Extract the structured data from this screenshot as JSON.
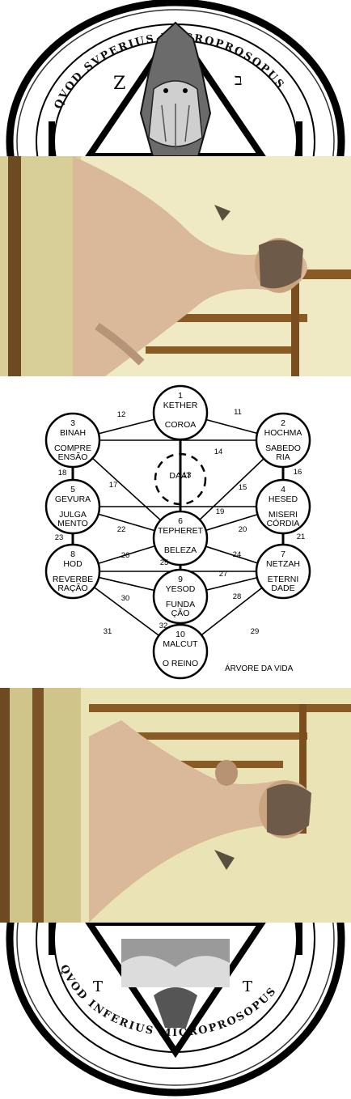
{
  "seal_top": {
    "legend": "QVOD SVPERIUS MACROPROSOPUS",
    "icon": "ouroboros-seal-icon"
  },
  "seal_bottom": {
    "legend": "QVOD INFERIUS MICROPROSOPUS",
    "icon": "ouroboros-seal-icon"
  },
  "photo_top": {
    "icon": "mirror-photo-icon"
  },
  "photo_bottom": {
    "icon": "mirror-photo-icon"
  },
  "tree": {
    "caption": "ÁRVORE DA VIDA",
    "sephirot": [
      {
        "id": "1",
        "lines": [
          "1",
          "KETHER",
          "COROA"
        ]
      },
      {
        "id": "2",
        "lines": [
          "2",
          "HOCHMA",
          "SABEDO",
          "RIA"
        ]
      },
      {
        "id": "3",
        "lines": [
          "3",
          "BINAH",
          "COMPRE",
          "ENSÃO"
        ]
      },
      {
        "id": "4",
        "lines": [
          "4",
          "HESED",
          "MISERI",
          "CÓRDIA"
        ]
      },
      {
        "id": "5",
        "lines": [
          "5",
          "GEVURA",
          "JULGA",
          "MENTO"
        ]
      },
      {
        "id": "6",
        "lines": [
          "6",
          "TEPHERET",
          "BELEZA"
        ]
      },
      {
        "id": "7",
        "lines": [
          "7",
          "NETZAH",
          "ETERNI",
          "DADE"
        ]
      },
      {
        "id": "8",
        "lines": [
          "8",
          "HOD",
          "REVERBE",
          "RAÇÃO"
        ]
      },
      {
        "id": "9",
        "lines": [
          "9",
          "YESOD",
          "FUNDA",
          "ÇÃO"
        ]
      },
      {
        "id": "10",
        "lines": [
          "10",
          "MALCUT",
          "O REINO"
        ]
      },
      {
        "id": "daat",
        "lines": [
          "DAAT"
        ]
      }
    ],
    "paths": [
      "11",
      "12",
      "13",
      "14",
      "15",
      "16",
      "17",
      "18",
      "19",
      "20",
      "21",
      "22",
      "23",
      "24",
      "25",
      "26",
      "27",
      "28",
      "29",
      "30",
      "31",
      "32"
    ]
  }
}
